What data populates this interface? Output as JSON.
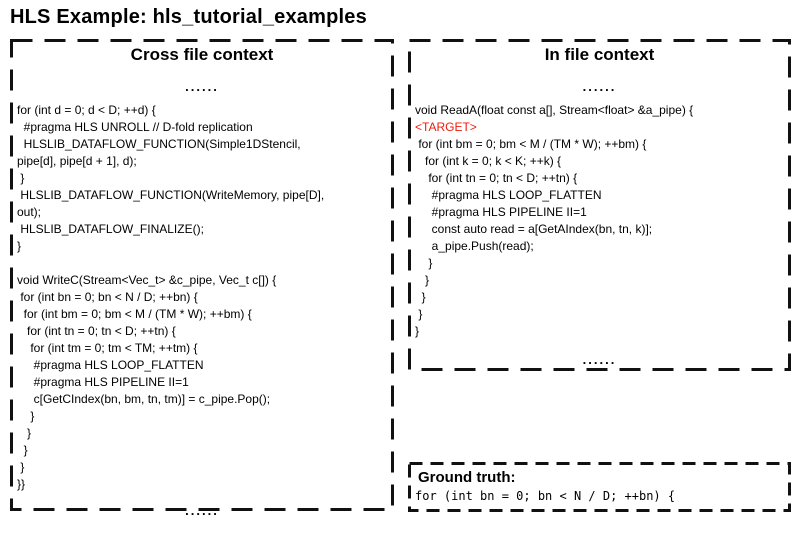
{
  "page_title": "HLS Example: hls_tutorial_examples",
  "colors": {
    "target_red": "#ee1c0c",
    "text_black": "#000000",
    "border_black": "#111111",
    "background": "#ffffff"
  },
  "cross_file_panel": {
    "title": "Cross file context",
    "top_ellipsis": "......",
    "code_lines": [
      "for (int d = 0; d < D; ++d) {",
      "  #pragma HLS UNROLL // D-fold replication",
      "  HLSLIB_DATAFLOW_FUNCTION(Simple1DStencil,",
      "pipe[d], pipe[d + 1], d);",
      " }",
      " HLSLIB_DATAFLOW_FUNCTION(WriteMemory, pipe[D],",
      "out);",
      " HLSLIB_DATAFLOW_FINALIZE();",
      "}",
      "",
      "void WriteC(Stream<Vec_t> &c_pipe, Vec_t c[]) {",
      " for (int bn = 0; bn < N / D; ++bn) {",
      "  for (int bm = 0; bm < M / (TM * W); ++bm) {",
      "   for (int tn = 0; tn < D; ++tn) {",
      "    for (int tm = 0; tm < TM; ++tm) {",
      "     #pragma HLS LOOP_FLATTEN",
      "     #pragma HLS PIPELINE II=1",
      "     c[GetCIndex(bn, bm, tn, tm)] = c_pipe.Pop();",
      "    }",
      "   }",
      "  }",
      " }",
      "}}"
    ],
    "bottom_ellipsis": "......"
  },
  "in_file_panel": {
    "title": "In file context",
    "top_ellipsis": "......",
    "code_before_target": [
      "void ReadA(float const a[], Stream<float> &a_pipe) {"
    ],
    "target_marker": "<TARGET>",
    "code_after_target": [
      " for (int bm = 0; bm < M / (TM * W); ++bm) {",
      "   for (int k = 0; k < K; ++k) {",
      "    for (int tn = 0; tn < D; ++tn) {",
      "     #pragma HLS LOOP_FLATTEN",
      "     #pragma HLS PIPELINE II=1",
      "     const auto read = a[GetAIndex(bn, tn, k)];",
      "     a_pipe.Push(read);",
      "    }",
      "   }",
      "  }",
      " }",
      "}"
    ],
    "bottom_ellipsis": "......"
  },
  "ground_truth_panel": {
    "title": "Ground truth:",
    "code_lines": [
      "for (int bn = 0; bn < N / D; ++bn) {"
    ]
  }
}
